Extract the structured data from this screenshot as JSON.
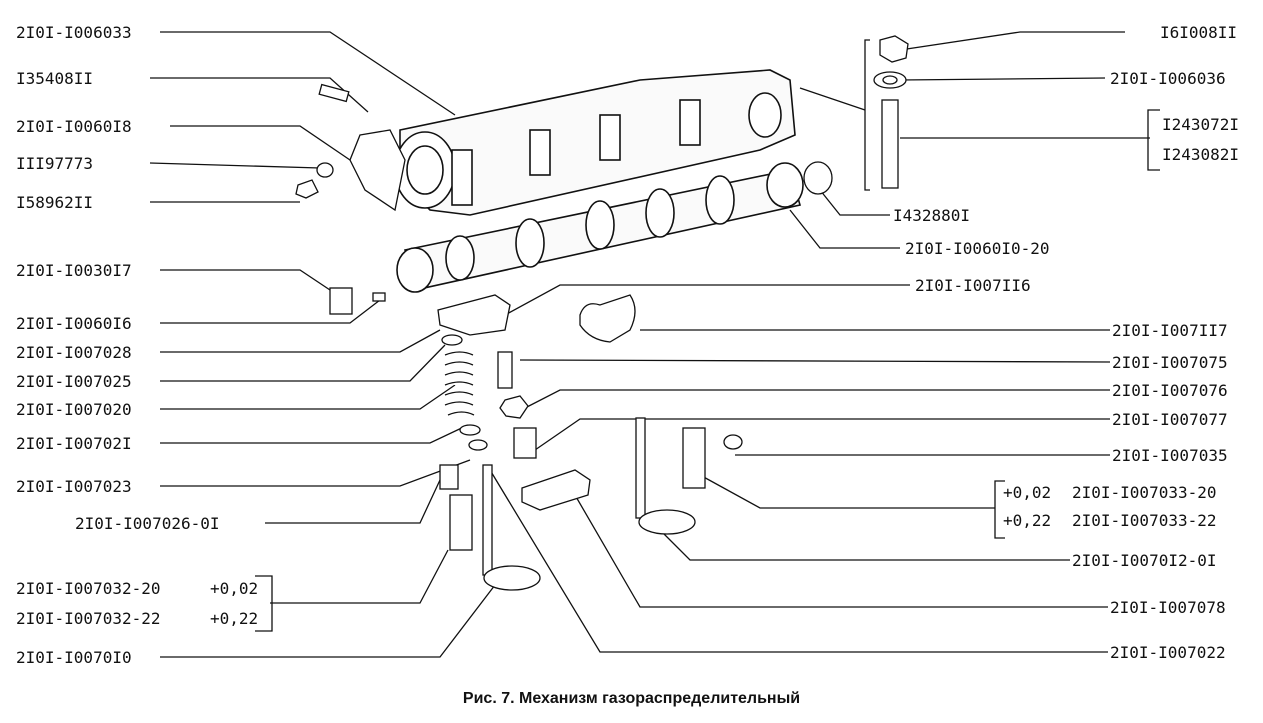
{
  "caption": "Рис. 7. Механизм газораспределительный",
  "labels": {
    "l1": "2I0I-I006033",
    "l2": "I35408II",
    "l3": "2I0I-I0060I8",
    "l4": "III97773",
    "l5": "I58962II",
    "l6": "2I0I-I0030I7",
    "l7": "2I0I-I0060I6",
    "l8": "2I0I-I007028",
    "l9": "2I0I-I007025",
    "l10": "2I0I-I007020",
    "l11": "2I0I-I00702I",
    "l12": "2I0I-I007023",
    "l13": "2I0I-I007026-0I",
    "l14a": "2I0I-I007032-20",
    "l14a_tol": "+0,02",
    "l14b": "2I0I-I007032-22",
    "l14b_tol": "+0,22",
    "l15": "2I0I-I0070I0",
    "r1": "I6I008II",
    "r2": "2I0I-I006036",
    "r3a": "I243072I",
    "r3b": "I243082I",
    "r4": "I432880I",
    "r5": "2I0I-I0060I0-20",
    "r6": "2I0I-I007II6",
    "r7": "2I0I-I007II7",
    "r8": "2I0I-I007075",
    "r9": "2I0I-I007076",
    "r10": "2I0I-I007077",
    "r11": "2I0I-I007035",
    "r12a_tol": "+0,02",
    "r12a": "2I0I-I007033-20",
    "r12b_tol": "+0,22",
    "r12b": "2I0I-I007033-22",
    "r13": "2I0I-I0070I2-0I",
    "r14": "2I0I-I007078",
    "r15": "2I0I-I007022"
  }
}
